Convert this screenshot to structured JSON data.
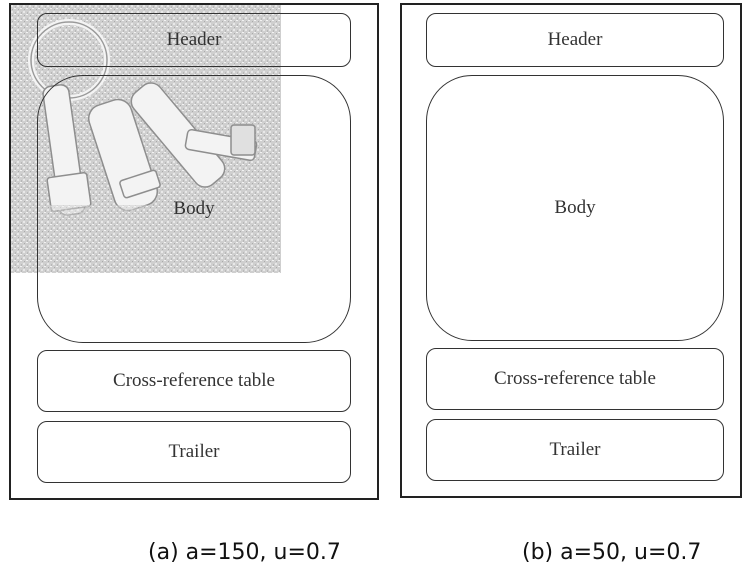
{
  "panels": [
    {
      "header": "Header",
      "body": "Body",
      "xref": "Cross-reference table",
      "trailer": "Trailer",
      "caption": "(a)  a=150, u=0.7"
    },
    {
      "header": "Header",
      "body": "Body",
      "xref": "Cross-reference table",
      "trailer": "Trailer",
      "caption": "(b) a=50, u=0.7"
    }
  ],
  "colors": {
    "border": "#333333",
    "watermark_gray": "#bdbdbd",
    "text": "#333333"
  },
  "icons": {
    "watermark": "keys-image-watermark"
  }
}
